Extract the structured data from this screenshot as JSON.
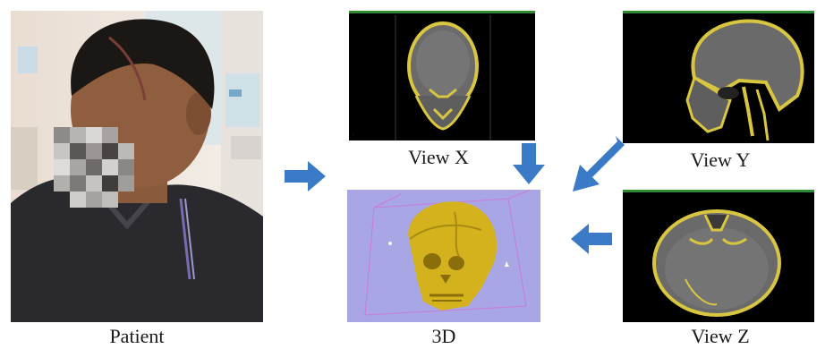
{
  "labels": {
    "patient": "Patient",
    "view_x": "View X",
    "view_y": "View Y",
    "view_z": "View Z",
    "three_d": "3D"
  },
  "colors": {
    "arrow": "#3b7ac6",
    "bone": "#d9c640",
    "skull_3d": "#d4b21e",
    "viewer_bg": "#a9a6e6",
    "ct_bg": "#000000",
    "ct_tissue": "#6a6a6a"
  },
  "panels": [
    {
      "id": "patient-photo",
      "content": "photo of patient, face pixelated"
    },
    {
      "id": "ct-view-x",
      "content": "coronal CT slice"
    },
    {
      "id": "ct-view-y",
      "content": "sagittal CT slice"
    },
    {
      "id": "ct-view-z",
      "content": "axial CT slice"
    },
    {
      "id": "render-3d",
      "content": "3D skull reconstruction"
    }
  ]
}
